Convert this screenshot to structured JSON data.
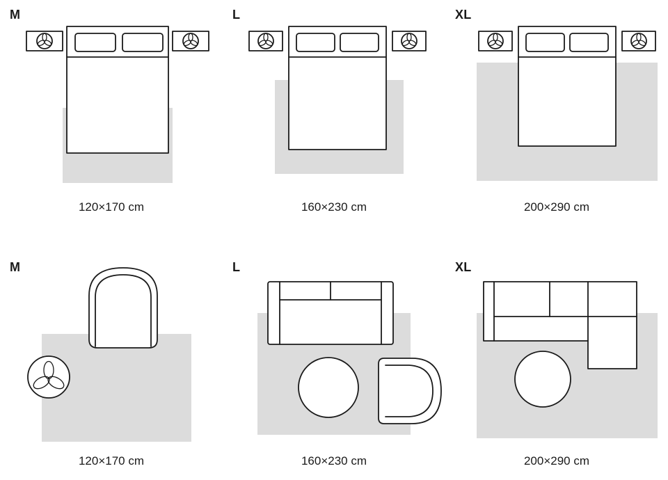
{
  "rows": [
    {
      "name": "bedroom",
      "panels": [
        {
          "size": "M",
          "dimensions": "120×170 cm"
        },
        {
          "size": "L",
          "dimensions": "160×230 cm"
        },
        {
          "size": "XL",
          "dimensions": "200×290 cm"
        }
      ]
    },
    {
      "name": "living-room",
      "panels": [
        {
          "size": "M",
          "dimensions": "120×170 cm"
        },
        {
          "size": "L",
          "dimensions": "160×230 cm"
        },
        {
          "size": "XL",
          "dimensions": "200×290 cm"
        }
      ]
    }
  ],
  "colors": {
    "rug": "#dcdcdc",
    "outline": "#1a1a1a",
    "text": "#1a1a1a"
  }
}
